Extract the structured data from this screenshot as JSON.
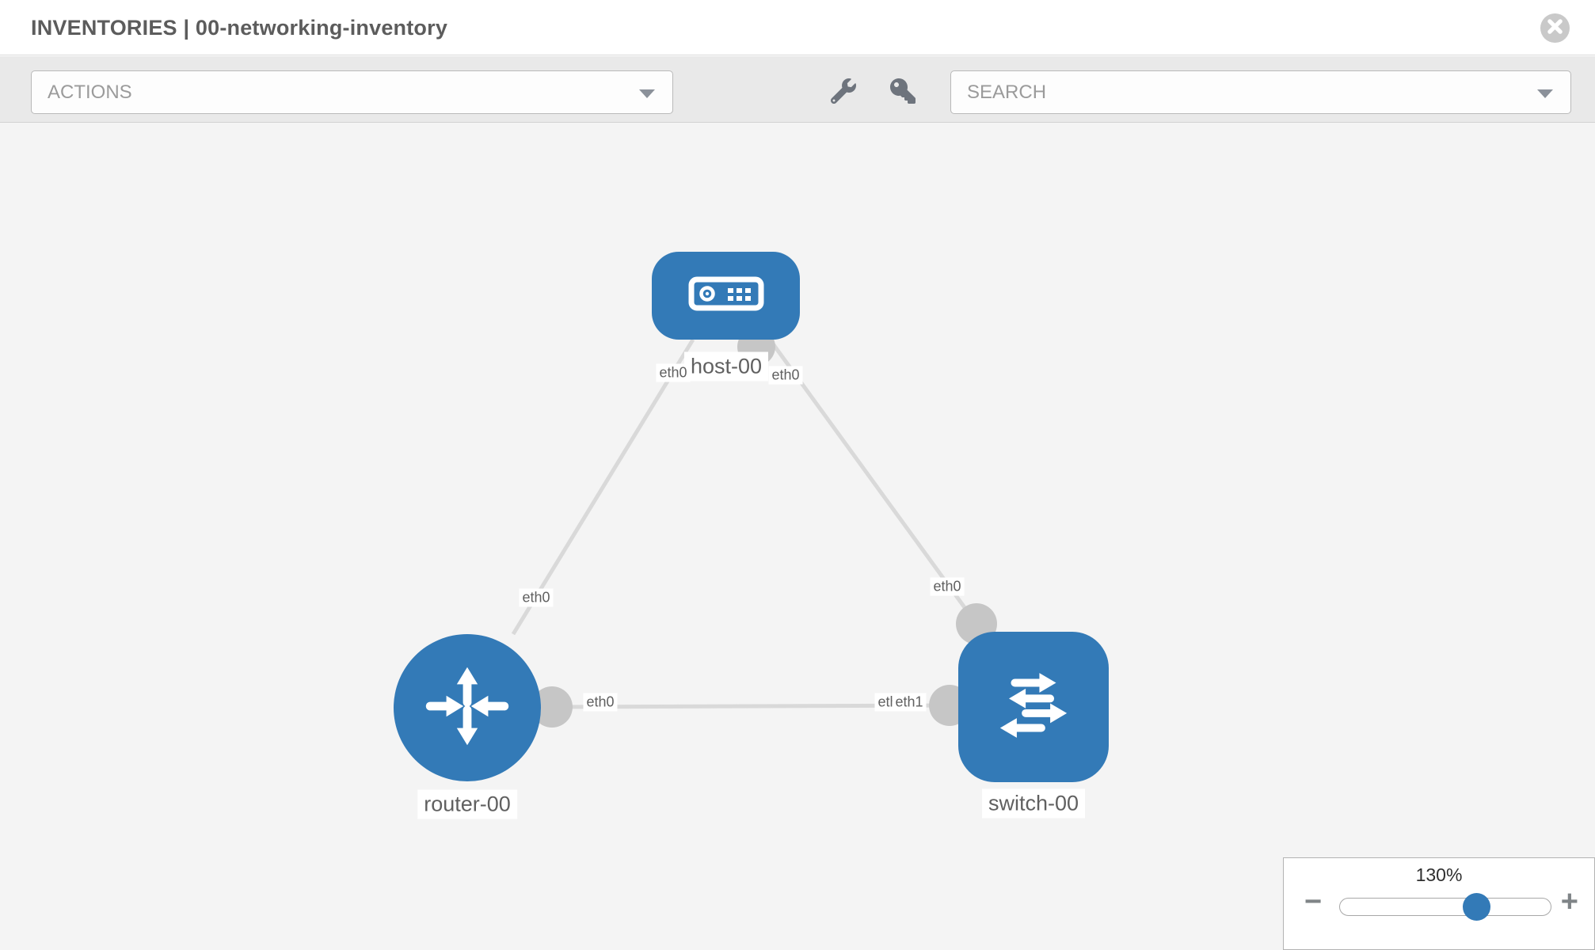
{
  "header": {
    "title": "INVENTORIES | 00-networking-inventory"
  },
  "toolbar": {
    "actions": {
      "label": "ACTIONS"
    },
    "search": {
      "label": "SEARCH"
    },
    "tools": [
      {
        "icon": "wrench-icon"
      },
      {
        "icon": "key-icon"
      }
    ]
  },
  "topology": {
    "nodes": [
      {
        "label": "host-00",
        "type": "host"
      },
      {
        "label": "router-00",
        "type": "router"
      },
      {
        "label": "switch-00",
        "type": "switch"
      }
    ],
    "interfaces": {
      "host_left": "eth0",
      "host_right": "eth0",
      "router_uplink": "eth0",
      "switch_uplink": "eth0",
      "router_link": "eth0",
      "switch_link_a": "eth0",
      "switch_link_b": "eth1"
    },
    "colors": {
      "node_blue": "#337ab7",
      "link_gray": "#d9d9d9",
      "connector_gray": "#c6c6c6",
      "canvas_bg": "#f4f4f4"
    }
  },
  "zoom": {
    "level": "130%",
    "minus": "−",
    "plus": "+"
  }
}
